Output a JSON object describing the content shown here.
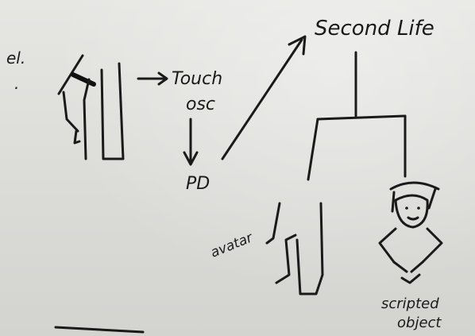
{
  "labels": {
    "touch_osc_line1": "Touch",
    "touch_osc_line2": "osc",
    "pd": "PD",
    "second_life": "Second Life",
    "avatar": "avatar",
    "scripted_object_line1": "scripted",
    "scripted_object_line2": "object",
    "left_fragment_1": "el.",
    "left_fragment_2": "."
  },
  "colors": {
    "ink": "#1a1a1a",
    "whiteboard": "#dcdcd9"
  }
}
